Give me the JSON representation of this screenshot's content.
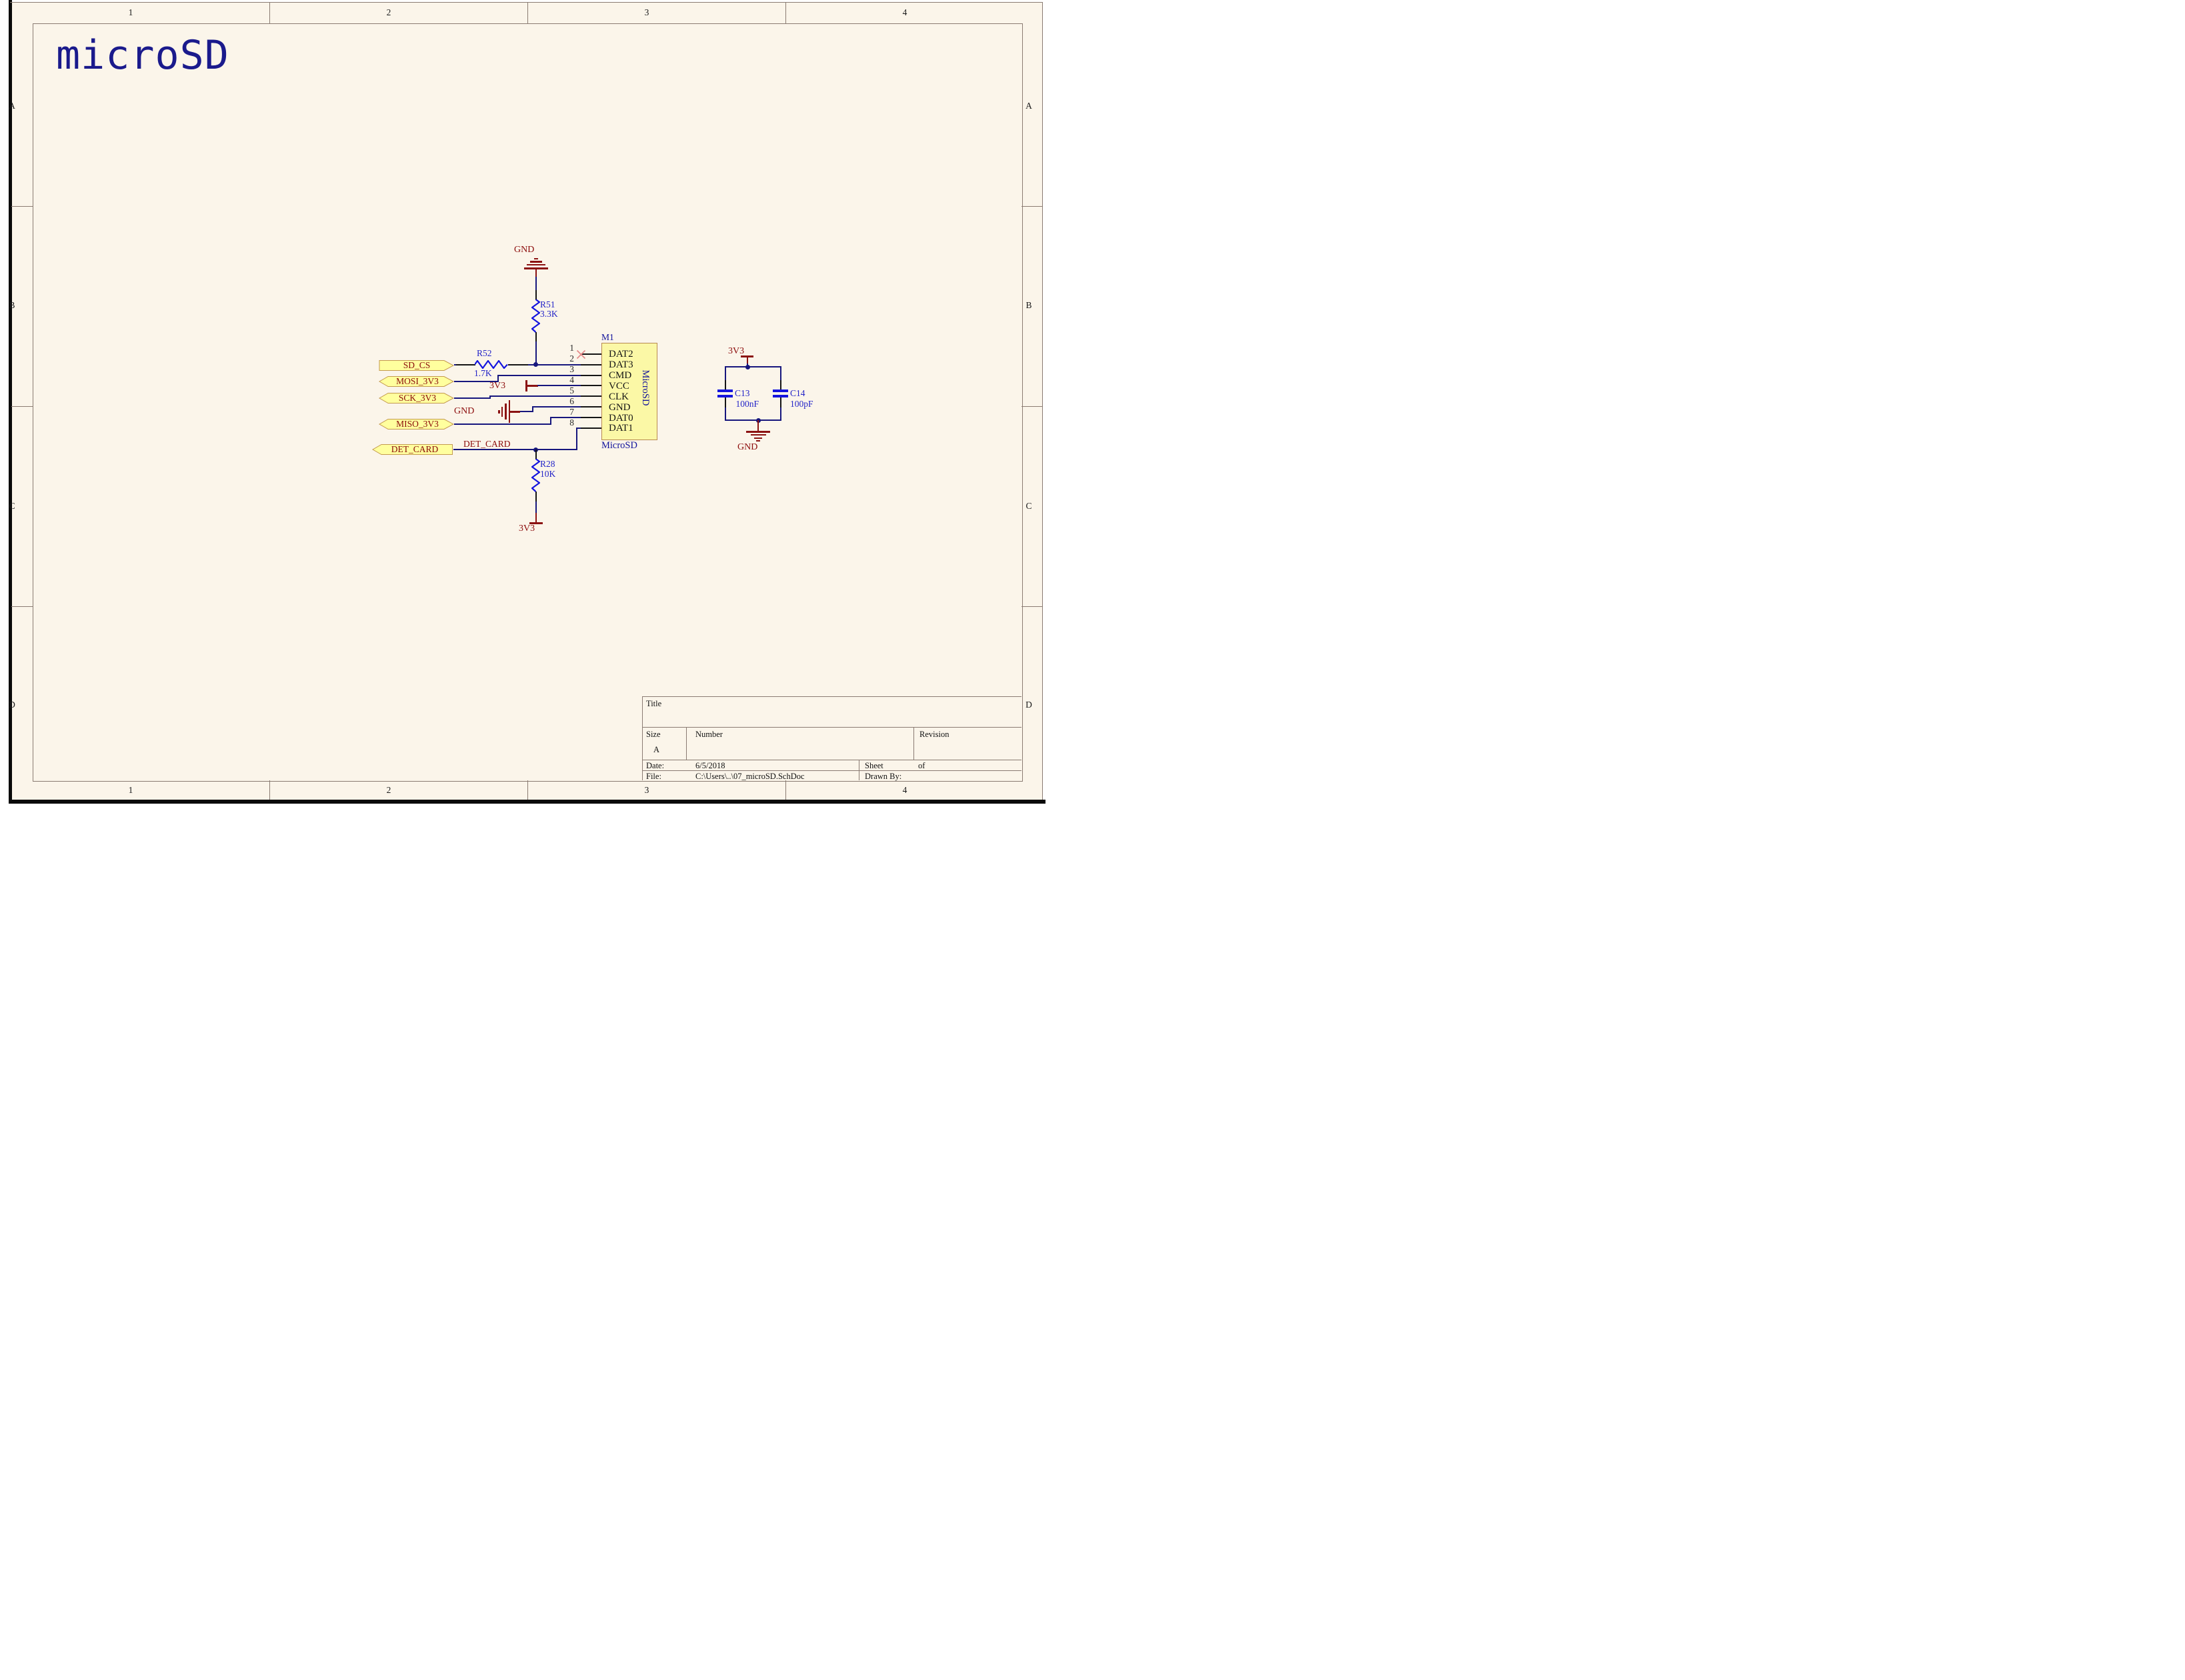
{
  "sheet": {
    "big_title": "microSD",
    "zone_cols": [
      "1",
      "2",
      "3",
      "4"
    ],
    "zone_rows": [
      "A",
      "B",
      "C",
      "D"
    ]
  },
  "title_block": {
    "title_label": "Title",
    "size_label": "Size",
    "size_value": "A",
    "number_label": "Number",
    "revision_label": "Revision",
    "date_label": "Date:",
    "date_value": "6/5/2018",
    "file_label": "File:",
    "file_value": "C:\\Users\\..\\07_microSD.SchDoc",
    "sheet_label": "Sheet",
    "of_label": "of",
    "drawn_by_label": "Drawn By:"
  },
  "component": {
    "designator": "M1",
    "comment": "MicroSD",
    "body_label": "MicroSD",
    "pins": [
      {
        "number": "1",
        "name": "DAT2"
      },
      {
        "number": "2",
        "name": "DAT3"
      },
      {
        "number": "3",
        "name": "CMD"
      },
      {
        "number": "4",
        "name": "VCC"
      },
      {
        "number": "5",
        "name": "CLK"
      },
      {
        "number": "6",
        "name": "GND"
      },
      {
        "number": "7",
        "name": "DAT0"
      },
      {
        "number": "8",
        "name": "DAT1"
      }
    ]
  },
  "resistors": [
    {
      "designator": "R51",
      "value": "3.3K"
    },
    {
      "designator": "R52",
      "value": "1.7K"
    },
    {
      "designator": "R28",
      "value": "10K"
    }
  ],
  "capacitors": [
    {
      "designator": "C13",
      "value": "100nF"
    },
    {
      "designator": "C14",
      "value": "100pF"
    }
  ],
  "ports": [
    {
      "name": "SD_CS"
    },
    {
      "name": "MOSI_3V3"
    },
    {
      "name": "SCK_3V3"
    },
    {
      "name": "MISO_3V3"
    },
    {
      "name": "DET_CARD"
    }
  ],
  "net_labels": {
    "det_card": "DET_CARD"
  },
  "power": {
    "gnd_top": "GND",
    "gnd_pin6": "GND",
    "gnd_caps": "GND",
    "v33_pin4": "3V3",
    "v33_r28": "3V3",
    "v33_caps": "3V3"
  },
  "colors": {
    "sheet_background": "#FBF5EA",
    "wire_navy": "#16167D",
    "part_blue": "#1515DE",
    "designator_blue": "#2424C8",
    "maroon": "#8B1212",
    "port_fill": "#FFFF9E",
    "port_border": "#C49A4E",
    "body_fill": "#FBF8A6",
    "body_border": "#B88A50",
    "big_title_navy": "#1A1A8C"
  }
}
